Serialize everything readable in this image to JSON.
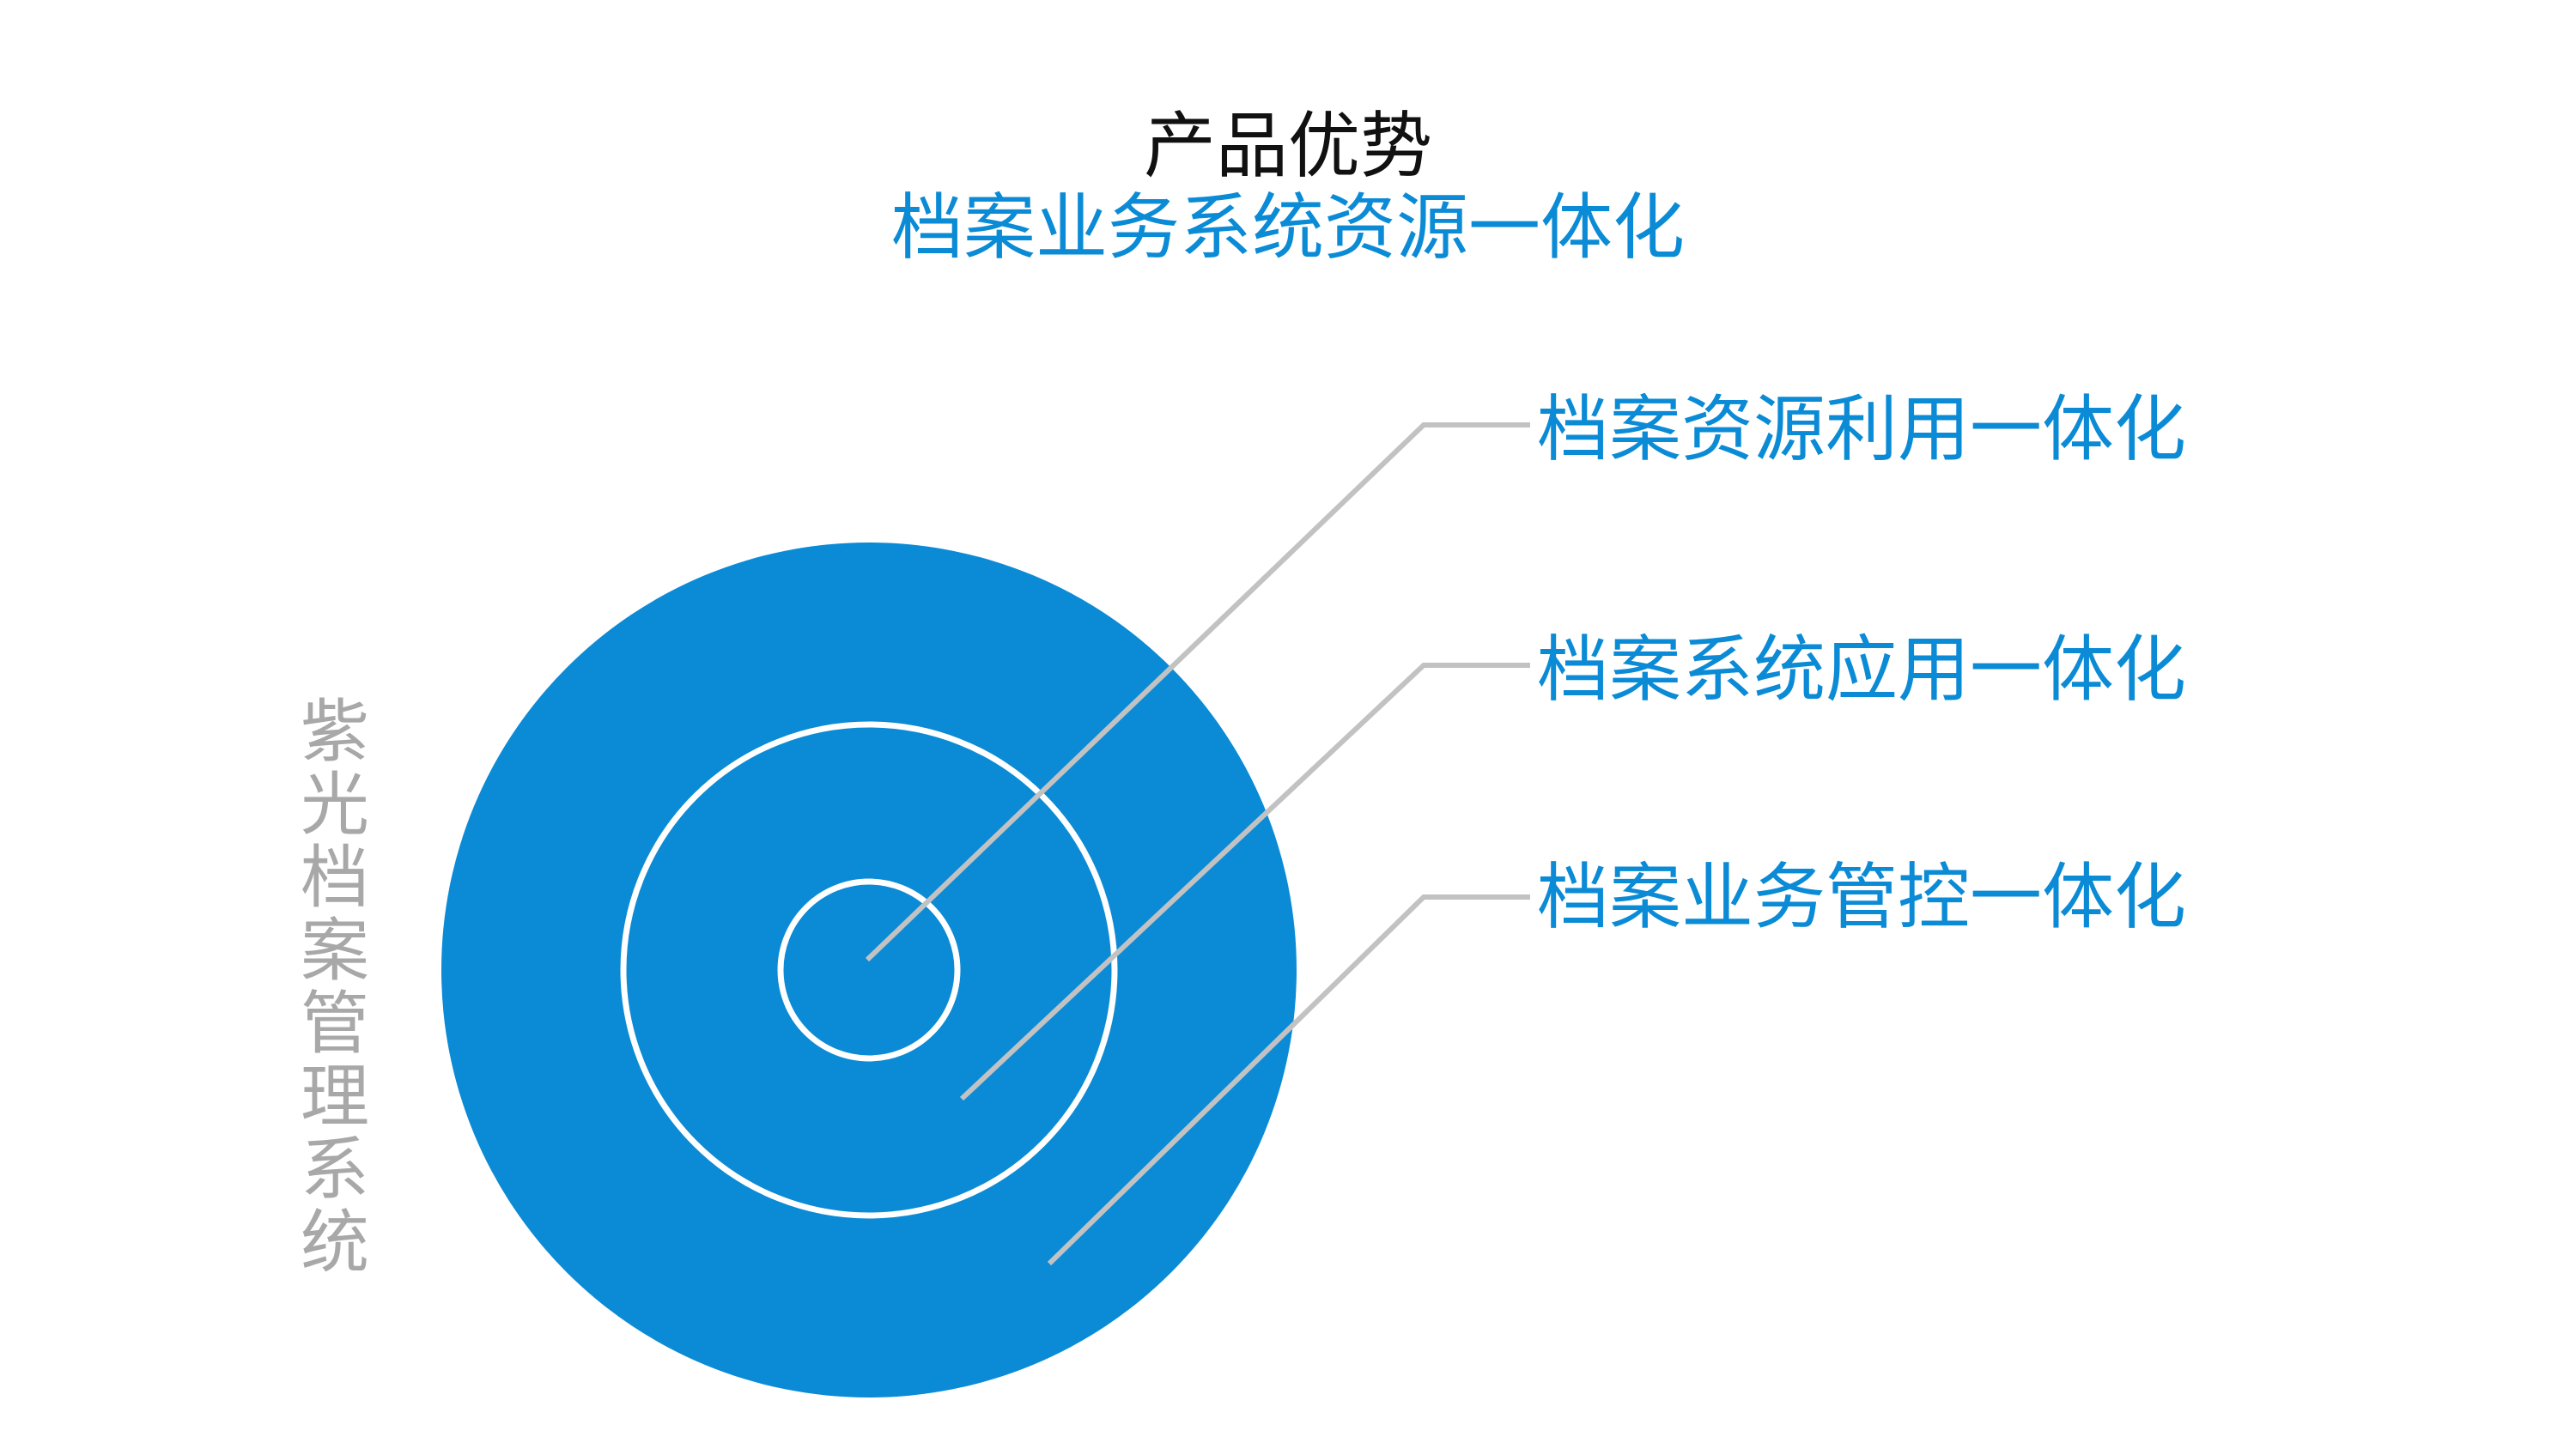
{
  "title": "产品优势",
  "subtitle": "档案业务系统资源一体化",
  "side_label": "紫光档案管理系统",
  "layers": [
    {
      "label": "档案资源利用一体化"
    },
    {
      "label": "档案系统应用一体化"
    },
    {
      "label": "档案业务管控一体化"
    }
  ],
  "colors": {
    "accent": "#0b8bd6",
    "ring": "#ffffff",
    "leader": "#c2c2c2",
    "side_label": "#a8a8a8",
    "title": "#111111"
  }
}
